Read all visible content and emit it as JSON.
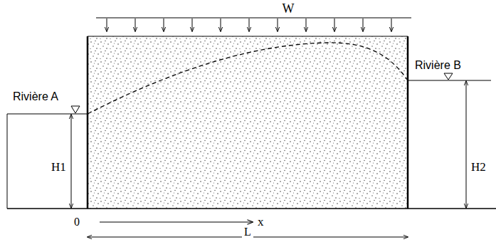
{
  "diagram": {
    "labels": [
      "W",
      "Rivière A",
      "Rivière B",
      "H1",
      "H2",
      "0",
      "x",
      "L"
    ]
  }
}
